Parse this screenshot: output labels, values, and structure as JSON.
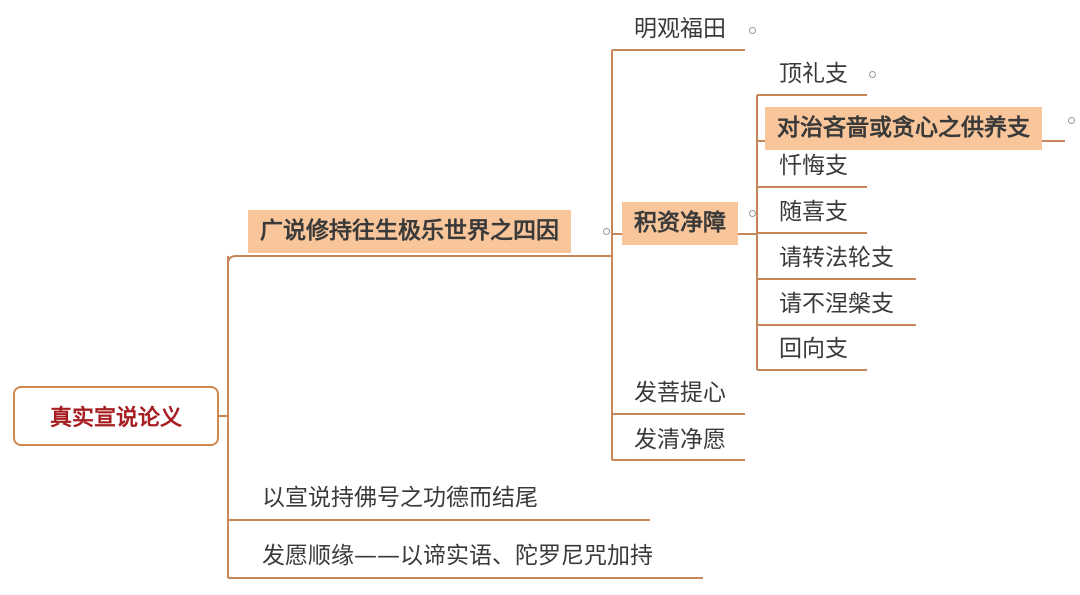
{
  "root": "真实宣说论义",
  "branch1": {
    "label": "广说修持往生极乐世界之四因",
    "children": {
      "mingguan": "明观福田",
      "jizi": "积资净障",
      "faputi": "发菩提心",
      "faqingjing": "发清净愿"
    },
    "jizi_items": [
      "顶礼支",
      "对治吝啬或贪心之供养支",
      "忏悔支",
      "随喜支",
      "请转法轮支",
      "请不涅槃支",
      "回向支"
    ]
  },
  "branch2": "以宣说持佛号之功德而结尾",
  "branch3": "发愿顺缘——以谛实语、陀罗尼咒加持"
}
